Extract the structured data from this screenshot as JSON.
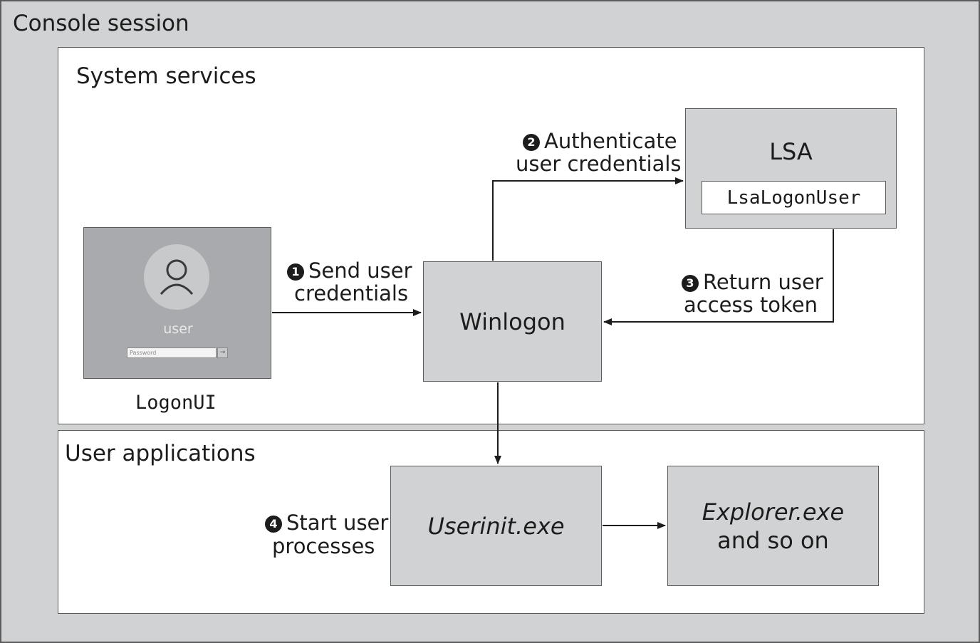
{
  "regions": {
    "console_session": "Console session",
    "system_services": "System services",
    "user_applications": "User applications"
  },
  "logonui": {
    "username": "user",
    "password_placeholder": "Password",
    "caption": "LogonUI"
  },
  "boxes": {
    "winlogon": "Winlogon",
    "lsa": "LSA",
    "lsa_logon_user": "LsaLogonUser",
    "userinit": "Userinit.exe",
    "explorer_line1": "Explorer.exe",
    "explorer_line2": "and so on"
  },
  "steps": [
    {
      "number": "1",
      "line1": "Send user",
      "line2": "credentials"
    },
    {
      "number": "2",
      "line1": "Authenticate",
      "line2": "user credentials"
    },
    {
      "number": "3",
      "line1": "Return user",
      "line2": "access token"
    },
    {
      "number": "4",
      "line1": "Start user",
      "line2": "processes"
    }
  ],
  "colors": {
    "outer_bg": "#d1d2d4",
    "box_fill": "#d1d2d4",
    "panel_bg": "#ffffff",
    "stroke": "#1c1c1c",
    "logon_bg": "#a9aaad"
  }
}
